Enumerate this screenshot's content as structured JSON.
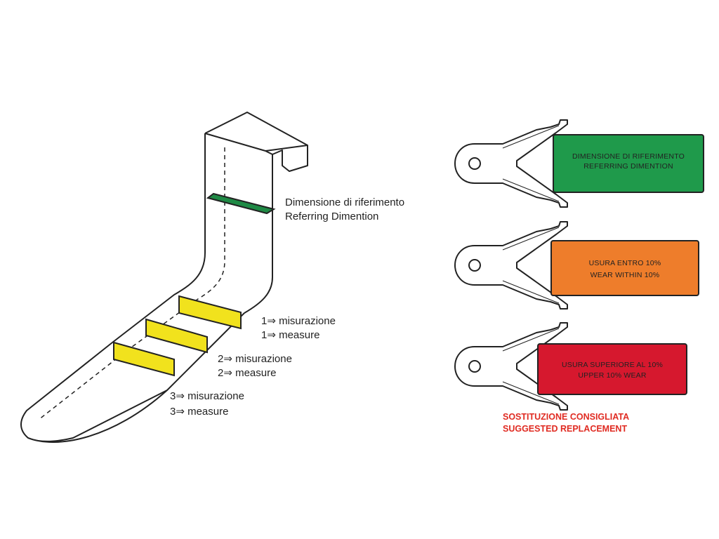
{
  "diagram": {
    "reference": {
      "line1": "Dimensione di riferimento",
      "line2": "Referring Dimention"
    },
    "measures": [
      {
        "line1": "1⇒ misurazione",
        "line2": "1⇒ measure"
      },
      {
        "line1": "2⇒ misurazione",
        "line2": "2⇒ measure"
      },
      {
        "line1": "3⇒ misurazione",
        "line2": "3⇒ measure"
      }
    ],
    "gauges": [
      {
        "line1": "DIMENSIONE  DI RIFERIMENTO",
        "line2": "REFERRING DIMENTION",
        "color": "#1f9a4b"
      },
      {
        "line1": "USURA ENTRO 10%",
        "line2": "WEAR WITHIN 10%",
        "color": "#ee7d2b"
      },
      {
        "line1": "USURA SUPERIORE AL 10%",
        "line2": "UPPER 10% WEAR",
        "color": "#d6182e"
      }
    ],
    "warning": {
      "line1": "SOSTITUZIONE CONSIGLIATA",
      "line2": "SUGGESTED REPLACEMENT",
      "color": "#e02b22"
    },
    "colors": {
      "reference_band": "#1f8a45",
      "measure_band": "#f1e21d",
      "outline": "#222222"
    }
  }
}
